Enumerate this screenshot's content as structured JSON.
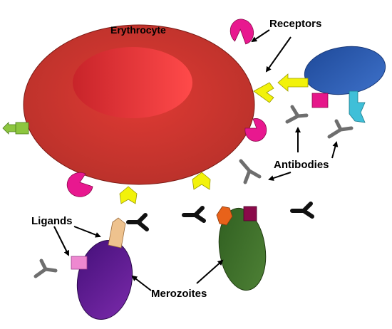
{
  "labels": {
    "erythrocyte": "Erythrocyte",
    "receptors": "Receptors",
    "antibodies": "Antibodies",
    "ligands": "Ligands",
    "merozoites": "Merozoites"
  },
  "colors": {
    "erythrocyte_rim": "#b8312a",
    "erythrocyte_center": "#f04040",
    "receptor_magenta": "#e8188f",
    "receptor_yellow": "#f2f20a",
    "antibody_gray": "#6e6e6e",
    "antibody_black": "#111111",
    "merozoite_blue": "#2e5aa8",
    "merozoite_green": "#3f6f2a",
    "merozoite_purple": "#5a1a8c",
    "ligand_peach": "#eec28e",
    "ligand_pink": "#ee88d0",
    "ligand_magenta": "#e6168a",
    "ligand_cyan": "#3fbfd8",
    "ligand_orange": "#e8621a",
    "ligand_maroon": "#8a0a4a",
    "ligand_green": "#8dc63f"
  }
}
